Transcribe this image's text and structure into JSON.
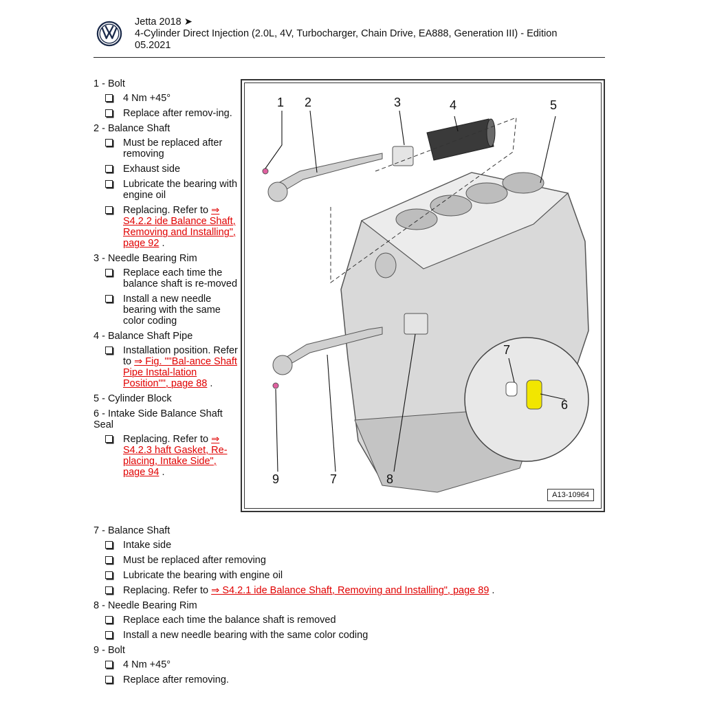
{
  "header": {
    "title_line1": "Jetta 2018 ➤",
    "title_line2": "4-Cylinder Direct Injection (2.0L, 4V, Turbocharger, Chain Drive, EA888, Generation III) - Edition",
    "title_line3": "05.2021",
    "logo": "vw-logo-icon"
  },
  "items": [
    {
      "title": "1 - Bolt",
      "bullets": [
        {
          "text": "4 Nm +45°"
        },
        {
          "text": "Replace after remov-ing."
        }
      ]
    },
    {
      "title": "2 - Balance Shaft",
      "bullets": [
        {
          "text": "Must be replaced after removing"
        },
        {
          "text": "Exhaust side"
        },
        {
          "text": "Lubricate the bearing with engine oil"
        },
        {
          "text": "Replacing. Refer to ",
          "link": "⇒ S4.2.2 ide Balance Shaft, Removing and Installing\", page 92",
          "after": " ."
        }
      ]
    },
    {
      "title": "3 - Needle Bearing Rim",
      "bullets": [
        {
          "text": "Replace each time the balance shaft is re-moved"
        },
        {
          "text": "Install a new needle bearing with the same color coding"
        }
      ]
    },
    {
      "title": "4 - Balance Shaft Pipe",
      "bullets": [
        {
          "text": "Installation position. Refer to ",
          "link": "⇒ Fig. \"\"Bal-ance Shaft Pipe Instal-lation Position\"\", page 88",
          "after": " ."
        }
      ]
    },
    {
      "title": "5 - Cylinder Block",
      "bullets": []
    },
    {
      "title": "6 - Intake Side Balance Shaft Seal",
      "bullets": [
        {
          "text": "Replacing. Refer to ",
          "link": "⇒ S4.2.3 haft Gasket, Re-placing, Intake Side\", page 94",
          "after": " ."
        }
      ]
    },
    {
      "title": "7 - Balance Shaft",
      "bullets": [
        {
          "text": "Intake side"
        },
        {
          "text": "Must be replaced after removing"
        },
        {
          "text": "Lubricate the bearing with engine oil"
        },
        {
          "text": "Replacing. Refer to ",
          "link": "⇒ S4.2.1 ide Balance Shaft, Removing and Installing\", page 89",
          "after": " ."
        }
      ]
    },
    {
      "title": "8 - Needle Bearing Rim",
      "bullets": [
        {
          "text": "Replace each time the balance shaft is removed"
        },
        {
          "text": "Install a new needle bearing with the same color coding"
        }
      ]
    },
    {
      "title": "9 - Bolt",
      "bullets": [
        {
          "text": "4 Nm +45°"
        },
        {
          "text": "Replace after removing."
        }
      ]
    }
  ],
  "figure": {
    "id": "A13-10964",
    "callouts": [
      "1",
      "2",
      "3",
      "4",
      "5",
      "6",
      "7",
      "8",
      "9",
      "7"
    ]
  },
  "colors": {
    "link": "#e00000",
    "seal": "#f2e600",
    "bolt": "#e060a0"
  }
}
